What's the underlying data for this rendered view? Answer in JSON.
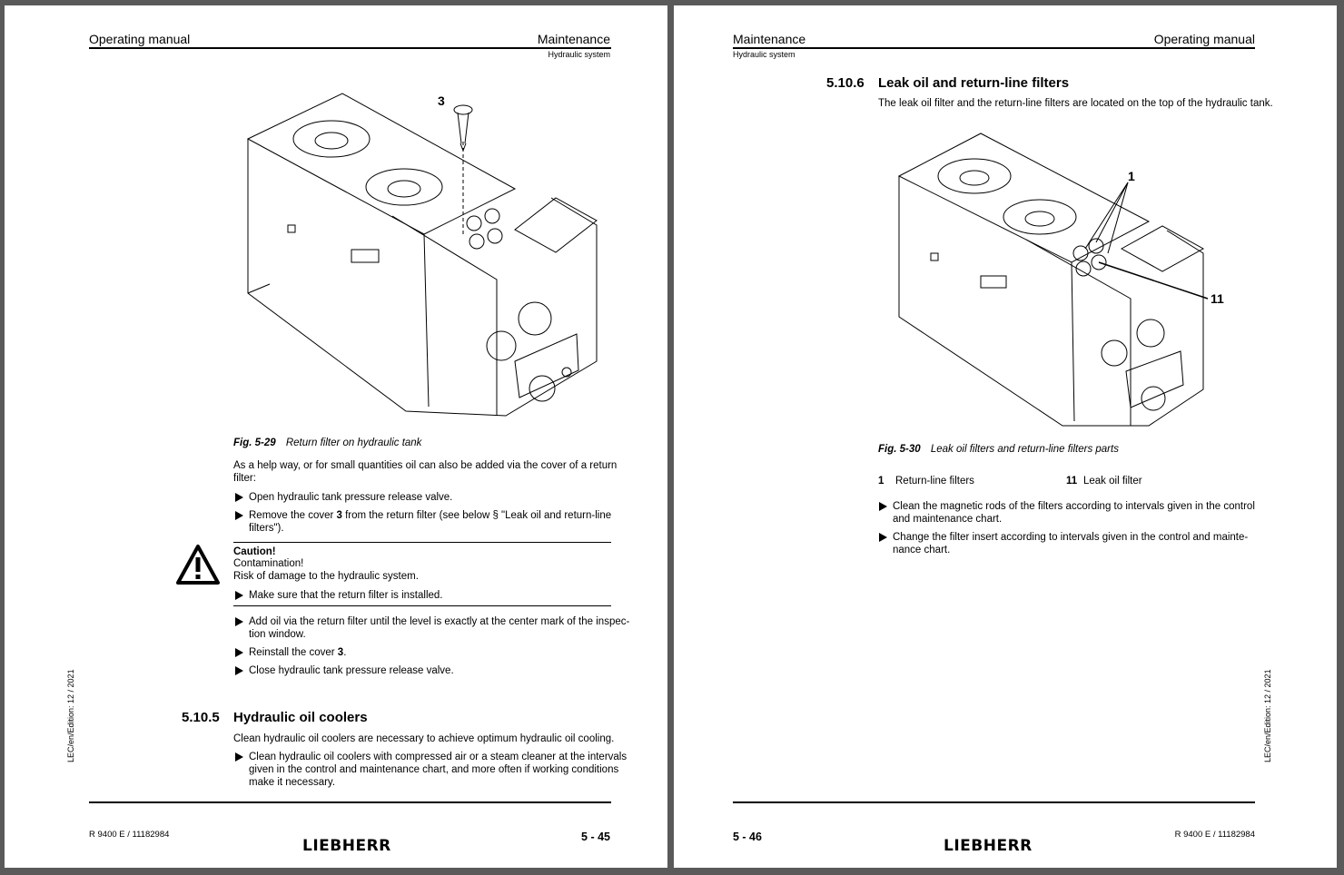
{
  "left_page": {
    "header_left": "Operating manual",
    "header_right": "Maintenance",
    "header_sub": "Hydraulic system",
    "figure_callout": "3",
    "figure_caption_num": "Fig. 5-29",
    "figure_caption_text": "Return filter on hydraulic tank",
    "intro_line1": "As a help way, or for small quantities oil can also be added via the cover of a return",
    "intro_line2": "filter:",
    "step1": "Open hydraulic tank pressure release valve.",
    "step2_pre": "Remove the cover ",
    "step2_bold": "3",
    "step2_post": " from the return filter (see below § \"Leak oil and return-line",
    "step2_line2": "filters\").",
    "caution_title": "Caution!",
    "caution_line1": "Contamination!",
    "caution_line2": "Risk of damage to the hydraulic system.",
    "caution_step": "Make sure that the return filter is installed.",
    "step3_line1": "Add oil via the return filter until the level is exactly at the center mark of the inspec-",
    "step3_line2": "tion window.",
    "step4_pre": "Reinstall the cover ",
    "step4_bold": "3",
    "step4_post": ".",
    "step5": "Close hydraulic tank pressure release valve.",
    "section_num": "5.10.5",
    "section_title": "Hydraulic oil coolers",
    "section_intro": "Clean hydraulic oil coolers are necessary to achieve optimum hydraulic oil cooling.",
    "section_step_line1": "Clean hydraulic oil coolers with compressed air or a steam cleaner at the intervals",
    "section_step_line2": "given in the control and maintenance chart, and more often if working conditions",
    "section_step_line3": "make it necessary.",
    "side_text": "LEC/en/Edition: 12 / 2021",
    "footer_model": "R 9400 E / 11182984",
    "footer_logo": "LIEBHERR",
    "page_number": "5 - 45"
  },
  "right_page": {
    "header_left": "Maintenance",
    "header_sub": "Hydraulic system",
    "header_right": "Operating manual",
    "section_num": "5.10.6",
    "section_title": "Leak oil and return-line filters",
    "section_intro": "The leak oil filter and the return-line filters are located on the top of the hydraulic tank.",
    "callout_1": "1",
    "callout_11": "11",
    "figure_caption_num": "Fig. 5-30",
    "figure_caption_text": "Leak oil filters and return-line filters parts",
    "legend": [
      {
        "num": "1",
        "label": "Return-line filters"
      },
      {
        "num": "11",
        "label": "Leak oil filter"
      }
    ],
    "step1_line1": "Clean the magnetic rods of the filters according to intervals given in the control",
    "step1_line2": "and maintenance chart.",
    "step2_line1": "Change the filter insert according to intervals given in the control and mainte-",
    "step2_line2": "nance chart.",
    "side_text": "LEC/en/Edition: 12 / 2021",
    "page_number": "5 - 46",
    "footer_model": "R 9400 E / 11182984",
    "footer_logo": "LIEBHERR"
  },
  "colors": {
    "background": "#5a5a5a",
    "page": "#ffffff",
    "ink": "#000000"
  },
  "icons": [
    "warning-triangle-icon",
    "bullet-arrow-icon"
  ]
}
